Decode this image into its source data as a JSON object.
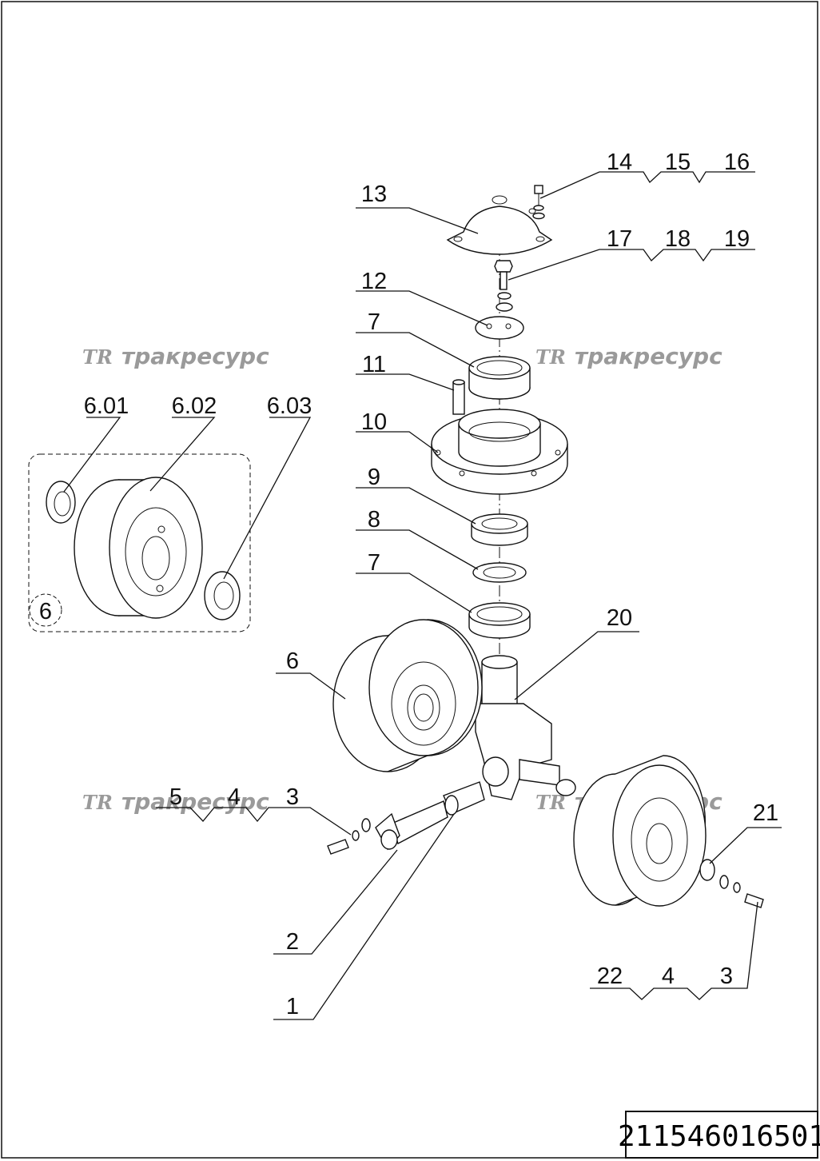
{
  "drawing_code": "211546016501",
  "watermark": {
    "logo": "TR",
    "text": "тракресурс"
  },
  "callouts": {
    "c1": "1",
    "c2": "2",
    "c3a": "3",
    "c4a": "4",
    "c5": "5",
    "c6": "6",
    "c6box": "6",
    "c601": "6.01",
    "c602": "6.02",
    "c603": "6.03",
    "c7a": "7",
    "c7b": "7",
    "c8": "8",
    "c9": "9",
    "c10": "10",
    "c11": "11",
    "c12": "12",
    "c13": "13",
    "c14": "14",
    "c15": "15",
    "c16": "16",
    "c17": "17",
    "c18": "18",
    "c19": "19",
    "c20": "20",
    "c21": "21",
    "c22": "22",
    "c4b": "4",
    "c3b": "3"
  }
}
